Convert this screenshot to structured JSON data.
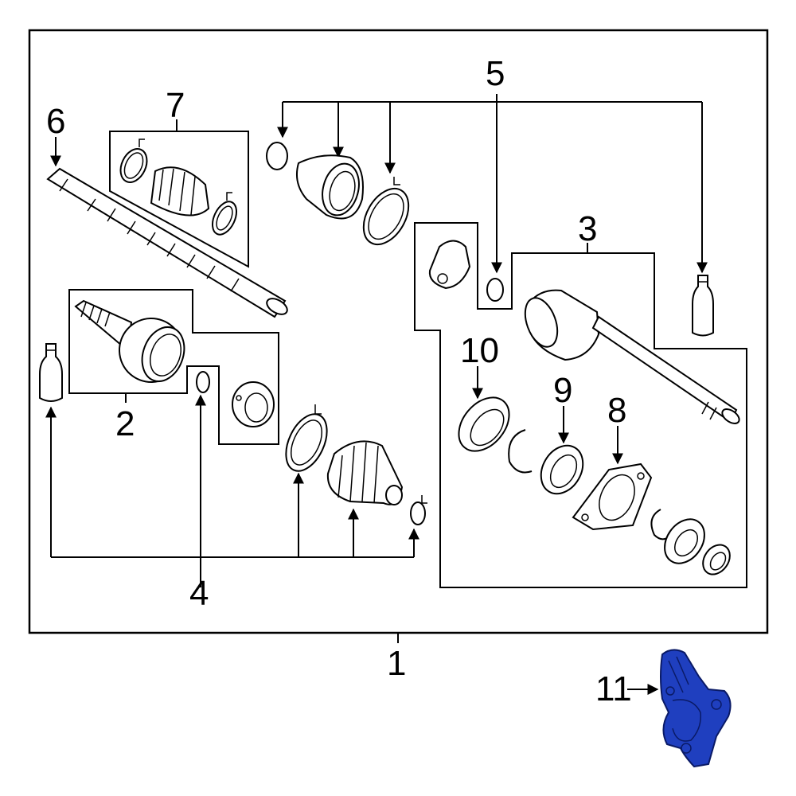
{
  "diagram": {
    "callouts": {
      "c1": "1",
      "c2": "2",
      "c3": "3",
      "c4": "4",
      "c5": "5",
      "c6": "6",
      "c7": "7",
      "c8": "8",
      "c9": "9",
      "c10": "10",
      "c11": "11"
    },
    "highlight_color": "#1f3fbf",
    "highlighted_part": "11"
  }
}
